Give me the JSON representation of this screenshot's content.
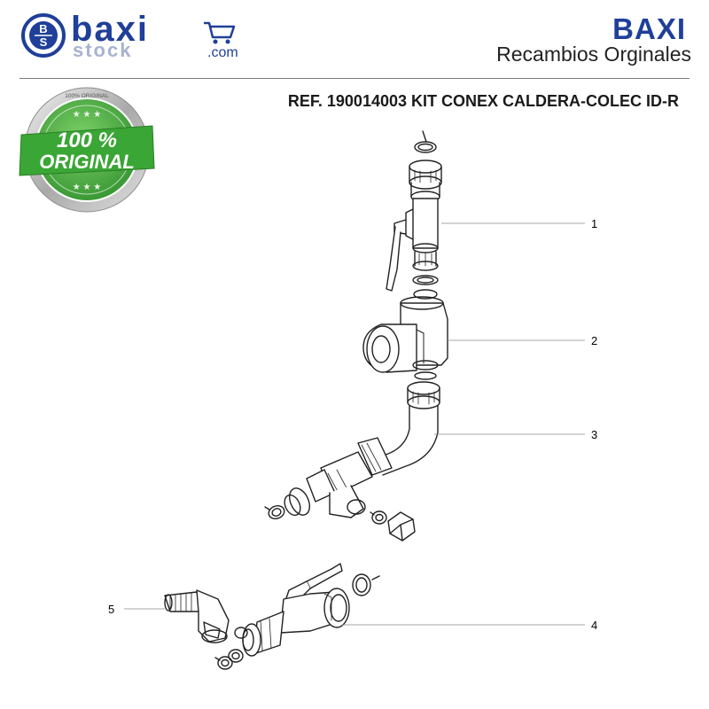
{
  "header": {
    "logo_letters": [
      "B",
      "S"
    ],
    "logo_main": "baxi",
    "logo_sub": "stock",
    "logo_domain": ".com",
    "brand": "BAXI",
    "tagline": "Recambios Orginales"
  },
  "product": {
    "ref_title": "REF. 190014003 KIT CONEX CALDERA-COLEC ID-R"
  },
  "seal": {
    "main": "100 %",
    "sub": "ORIGINAL",
    "ring_text": "100% ORIGINAL",
    "color": "#3aa635"
  },
  "callouts": [
    "1",
    "2",
    "3",
    "4",
    "5"
  ],
  "colors": {
    "brand_blue": "#1f3f99",
    "rule": "#7a7a7a"
  }
}
